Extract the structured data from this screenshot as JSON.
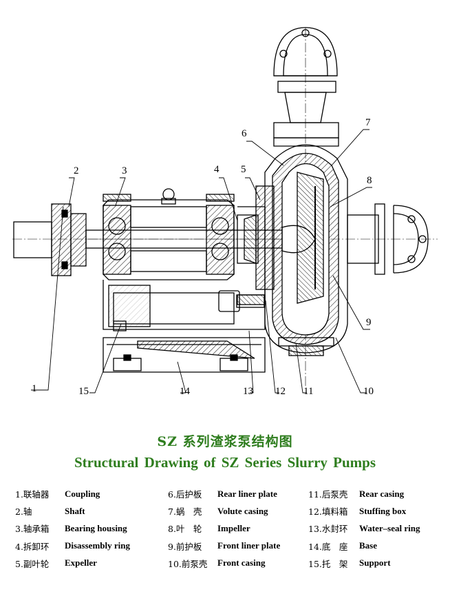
{
  "title_zh": "SZ 系列渣浆泵结构图",
  "title_en": "Structural Drawing of SZ Series Slurry Pumps",
  "callouts": [
    "1",
    "2",
    "3",
    "4",
    "5",
    "6",
    "7",
    "8",
    "9",
    "10",
    "11",
    "12",
    "13",
    "14",
    "15"
  ],
  "legend": [
    {
      "zh": "1.联轴器",
      "en": "Coupling"
    },
    {
      "zh": "2.轴",
      "en": "Shaft"
    },
    {
      "zh": "3.轴承箱",
      "en": "Bearing housing"
    },
    {
      "zh": "4.拆卸环",
      "en": "Disassembly ring"
    },
    {
      "zh": "5.副叶轮",
      "en": "Expeller"
    },
    {
      "zh": "6.后护板",
      "en": "Rear liner plate"
    },
    {
      "zh": "7.蜗　壳",
      "en": "Volute casing"
    },
    {
      "zh": "8.叶　轮",
      "en": "Impeller"
    },
    {
      "zh": "9.前护板",
      "en": "Front liner plate"
    },
    {
      "zh": "10.前泵壳",
      "en": "Front casing"
    },
    {
      "zh": "11.后泵壳",
      "en": "Rear casing"
    },
    {
      "zh": "12.填料箱",
      "en": "Stuffing box"
    },
    {
      "zh": "13.水封环",
      "en": "Water–seal ring"
    },
    {
      "zh": "14.底　座",
      "en": "Base"
    },
    {
      "zh": "15.托　架",
      "en": "Support"
    }
  ],
  "colors": {
    "title": "#2e7d1e",
    "line": "#000000"
  }
}
